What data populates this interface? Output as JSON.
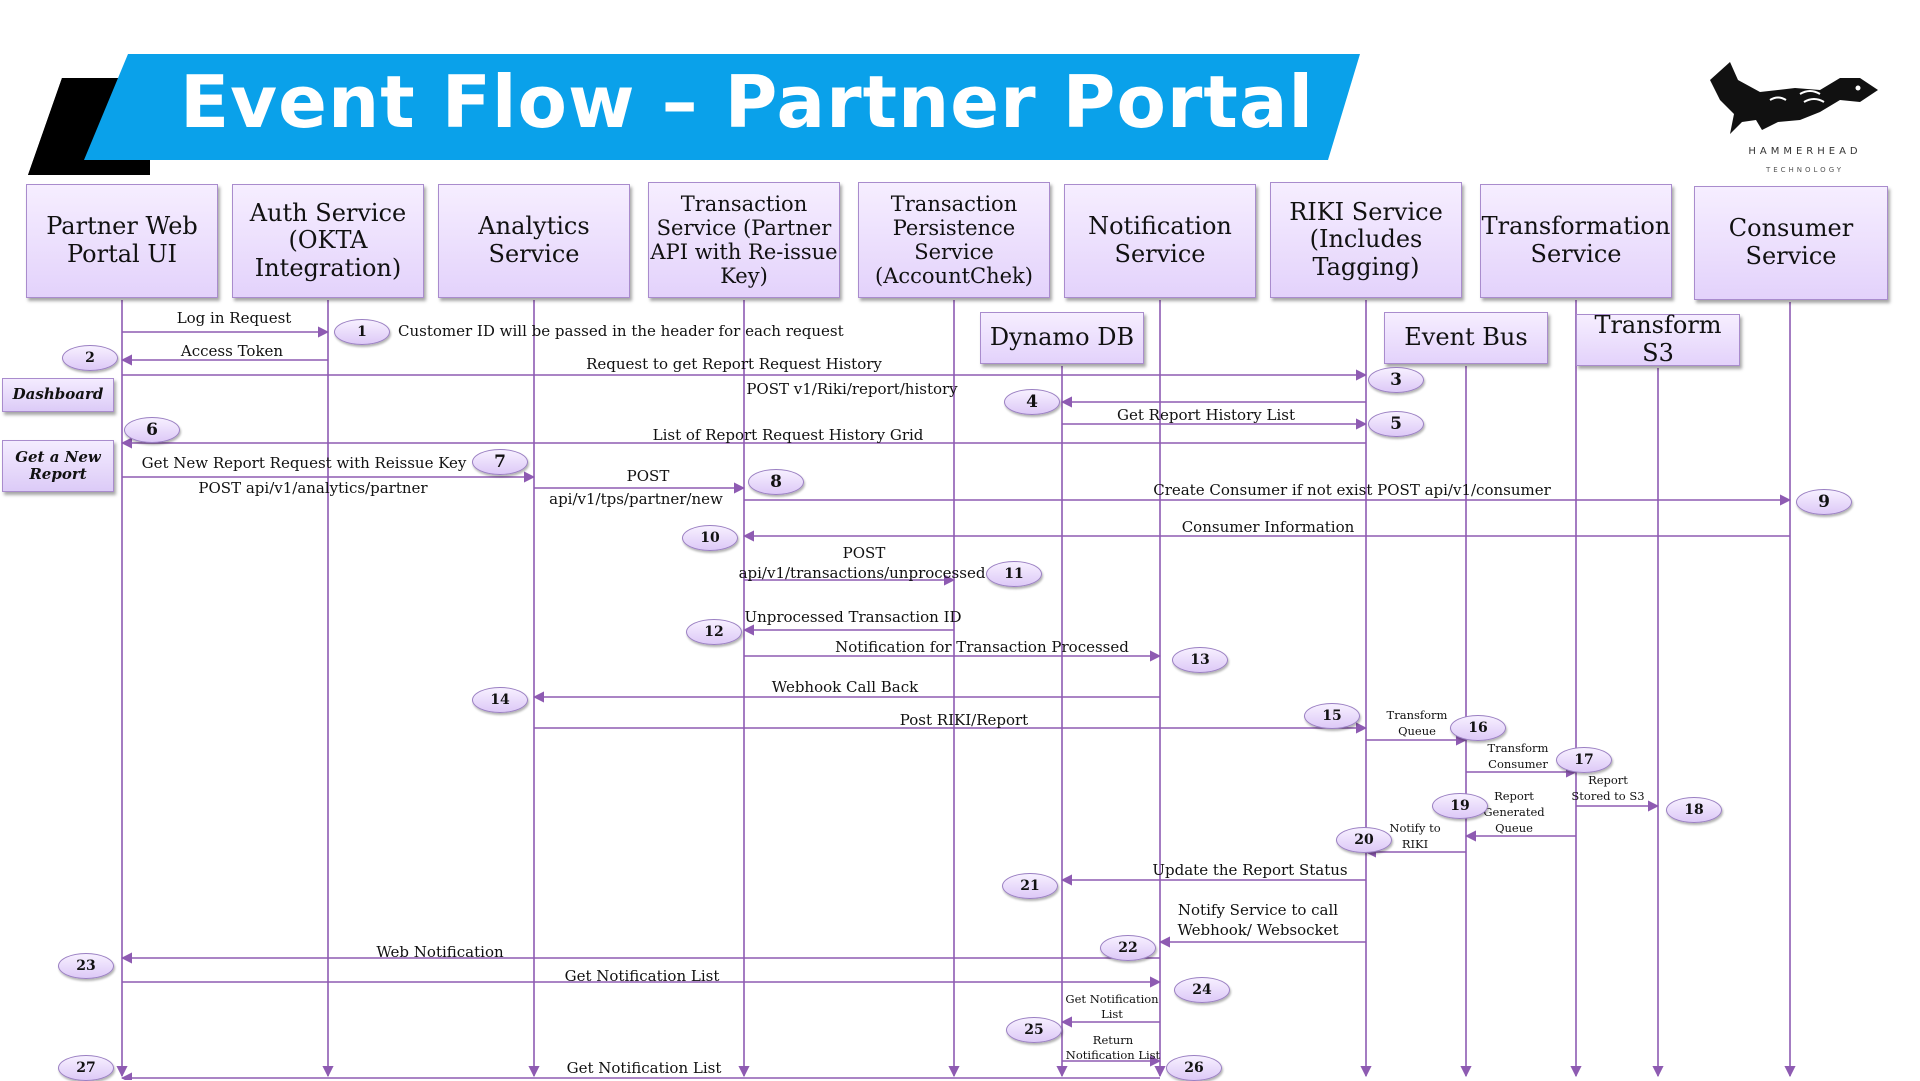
{
  "title": "Event Flow – Partner Portal",
  "logo": {
    "name": "HAMMERHEAD",
    "subtitle": "TECHNOLOGY",
    "icon": "hammerhead-shark-icon"
  },
  "colors": {
    "banner": "#0aa1ea",
    "banner_shadow": "#000000",
    "lifeline": "#8e5bb2",
    "box_fill": "#e9dcfa",
    "box_border": "#a98ccd"
  },
  "participants": [
    "Partner Web Portal UI",
    "Auth Service (OKTA Integration)",
    "Analytics Service",
    "Transaction Service (Partner API with Re-issue Key)",
    "Transaction Persistence Service (AccountChek)",
    "Notification Service",
    "RIKI Service (Includes Tagging)",
    "Transformation Service",
    "Consumer Service"
  ],
  "sub_participants": [
    "Dynamo DB",
    "Event Bus",
    "Transform S3"
  ],
  "side_labels": [
    "Dashboard",
    "Get a New Report"
  ],
  "steps": [
    {
      "n": "1",
      "label": "Log in Request",
      "note": "Customer ID will be passed in the header for each request"
    },
    {
      "n": "2",
      "label": "Access Token"
    },
    {
      "n": "3",
      "label": "Request to get Report Request History",
      "label2": "POST v1/Riki/report/history"
    },
    {
      "n": "4",
      "label": ""
    },
    {
      "n": "5",
      "label": "Get Report History List"
    },
    {
      "n": "6",
      "label": "List of Report Request History Grid"
    },
    {
      "n": "7",
      "label": "Get New Report Request with Reissue Key",
      "label2": "POST api/v1/analytics/partner"
    },
    {
      "n": "8",
      "label": "POST",
      "label2": "api/v1/tps/partner/new"
    },
    {
      "n": "9",
      "label": "Create Consumer if not exist POST api/v1/consumer"
    },
    {
      "n": "10",
      "label": "Consumer Information"
    },
    {
      "n": "11",
      "label": "POST",
      "label2": "api/v1/transactions/unprocessed"
    },
    {
      "n": "12",
      "label": "Unprocessed Transaction ID"
    },
    {
      "n": "13",
      "label": "Notification for Transaction Processed"
    },
    {
      "n": "14",
      "label": "Webhook Call Back"
    },
    {
      "n": "15",
      "label": "Post RIKI/Report"
    },
    {
      "n": "16",
      "label": "Transform",
      "label2": "Queue"
    },
    {
      "n": "17",
      "label": "Transform",
      "label2": "Consumer"
    },
    {
      "n": "18",
      "label": "Report",
      "label2": "Stored to S3"
    },
    {
      "n": "19",
      "label": "Report",
      "label2": "Generated",
      "label3": "Queue"
    },
    {
      "n": "20",
      "label": "Notify to",
      "label2": "RIKI"
    },
    {
      "n": "21",
      "label": "Update the Report Status"
    },
    {
      "n": "22",
      "label": "Notify Service to call",
      "label2": "Webhook/ Websocket"
    },
    {
      "n": "23",
      "label": "Web Notification"
    },
    {
      "n": "24",
      "label": "Get Notification List"
    },
    {
      "n": "25",
      "label": "Get Notification",
      "label2": "List"
    },
    {
      "n": "26",
      "label": "Return",
      "label2": "Notification List"
    },
    {
      "n": "27",
      "label": "Get Notification List"
    }
  ]
}
